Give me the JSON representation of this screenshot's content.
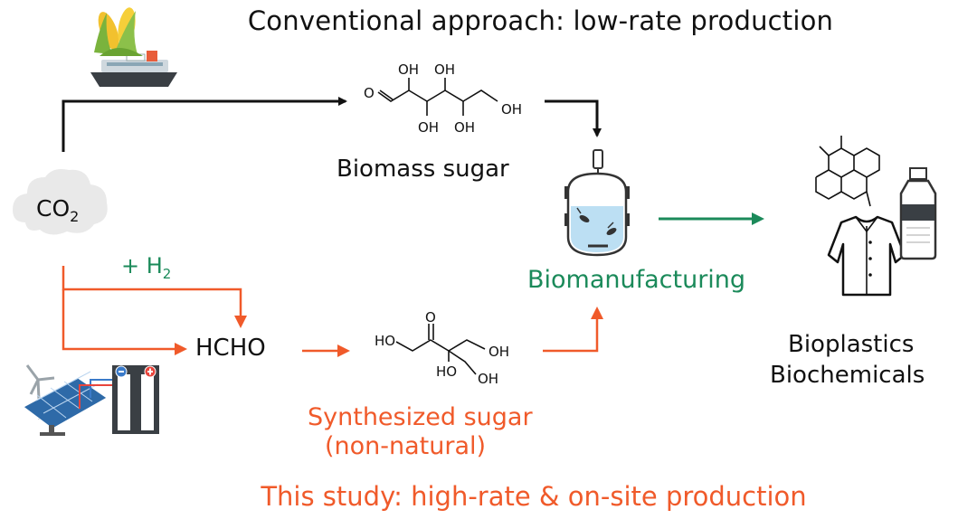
{
  "titles": {
    "conventional": "Conventional approach: low-rate production",
    "this_study": "This study: high-rate & on-site production"
  },
  "nodes": {
    "co2": {
      "main": "CO",
      "sub": "2"
    },
    "h2": {
      "main": "+ H",
      "sub": "2"
    },
    "hcho": "HCHO",
    "biomass_sugar": "Biomass sugar",
    "biomanufacturing": "Biomanufacturing",
    "synthesized_sugar_line1": "Synthesized sugar",
    "synthesized_sugar_line2": "(non-natural)",
    "products_line1": "Bioplastics",
    "products_line2": "Biochemicals"
  },
  "molecules": {
    "glucose": {
      "oh1": "OH",
      "oh2": "OH",
      "oh3": "OH",
      "oh4": "OH",
      "oh5": "OH",
      "o": "O"
    },
    "synthetic": {
      "ho1": "HO",
      "ho2": "HO",
      "oh1": "OH",
      "oh2": "OH",
      "o": "O"
    }
  },
  "colors": {
    "conventional": "#111111",
    "this_study": "#f05a2a",
    "biomanufacturing": "#1b8a5a",
    "cloud": "#e9e9e9"
  },
  "icons": [
    "corn-ship-icon",
    "cloud-icon",
    "solar-panel-icon",
    "wind-turbine-icon",
    "battery-icon",
    "bioreactor-icon",
    "steroid-structure-icon",
    "shirt-icon",
    "bottle-icon"
  ]
}
